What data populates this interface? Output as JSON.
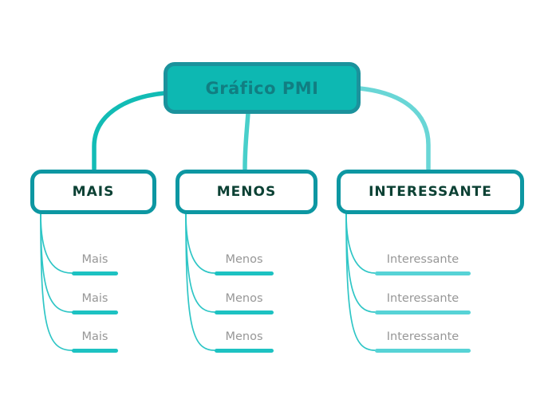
{
  "diagram_title": "Gráfico PMI",
  "root": {
    "label": "Gráfico PMI"
  },
  "branches": [
    {
      "label": "MAIS",
      "items": [
        "Mais",
        "Mais",
        "Mais"
      ]
    },
    {
      "label": "MENOS",
      "items": [
        "Menos",
        "Menos",
        "Menos"
      ]
    },
    {
      "label": "INTERESSANTE",
      "items": [
        "Interessante",
        "Interessante",
        "Interessante"
      ]
    }
  ],
  "colors": {
    "root-fill": "#0db8b2",
    "root-border": "#1b929c",
    "root-text": "#117e82",
    "branch-border": "#0d97a2",
    "branch-text": "#0c4134",
    "leaf-text": "#979797",
    "underline-strong": "#1dc2c2",
    "underline-light": "#57d3d6",
    "connector-left": "#12bcb5",
    "connector-middle": "#48cfca",
    "connector-right": "#69d6d6",
    "leaf-curve": "#2fc6c6",
    "canvas-bg": "#ffffff"
  }
}
